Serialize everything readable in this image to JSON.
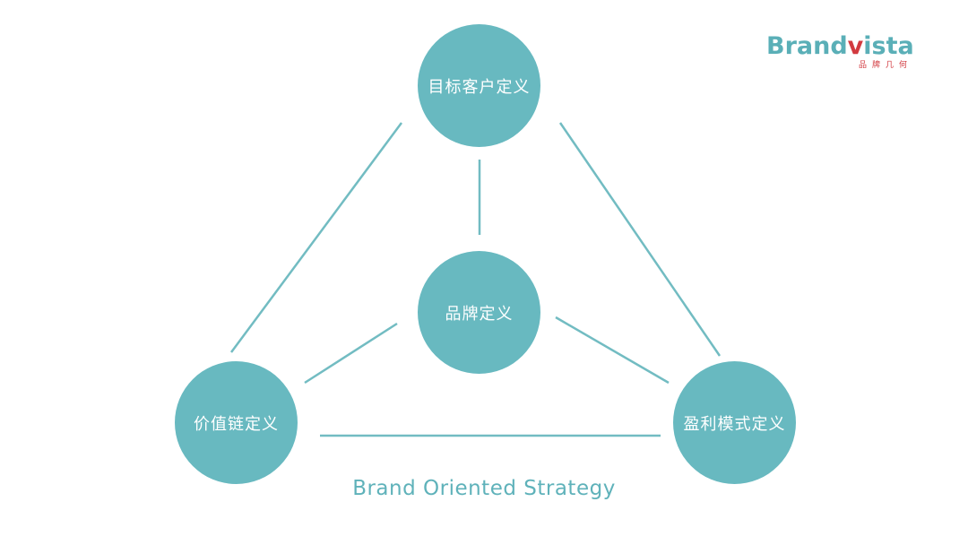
{
  "colors": {
    "node_fill": "#68b9c0",
    "connector": "#72bcc2",
    "caption": "#5fb2ba",
    "logo_brand": "#5aafb7",
    "logo_accent": "#d23a3f",
    "logo_sub": "#d23a3f"
  },
  "logo": {
    "brand_pre": "Brand",
    "brand_accent": "v",
    "brand_post": "ista",
    "subtitle": "品牌几何"
  },
  "nodes": {
    "target_customer": "目标客户定义",
    "brand": "品牌定义",
    "value_chain": "价值链定义",
    "profit_model": "盈利模式定义"
  },
  "caption": "Brand Oriented Strategy"
}
